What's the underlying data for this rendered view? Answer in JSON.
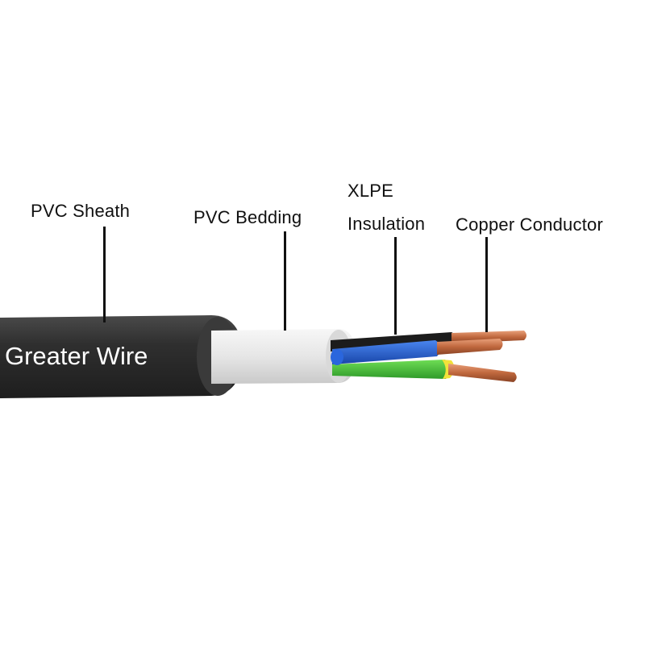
{
  "labels": {
    "pvc_sheath": "PVC Sheath",
    "pvc_bedding": "PVC Bedding",
    "xlpe_line1": "XLPE",
    "xlpe_line2": "Insulation",
    "copper_conductor": "Copper Conductor"
  },
  "brand_text": "Greater Wire",
  "colors": {
    "sheath": "#2b2b2b",
    "bedding": "#e6e6e6",
    "core_black": "#1c1c1c",
    "core_blue": "#1f5fd6",
    "core_green_yellow": "#4cc23f",
    "copper": "#c0683e"
  }
}
